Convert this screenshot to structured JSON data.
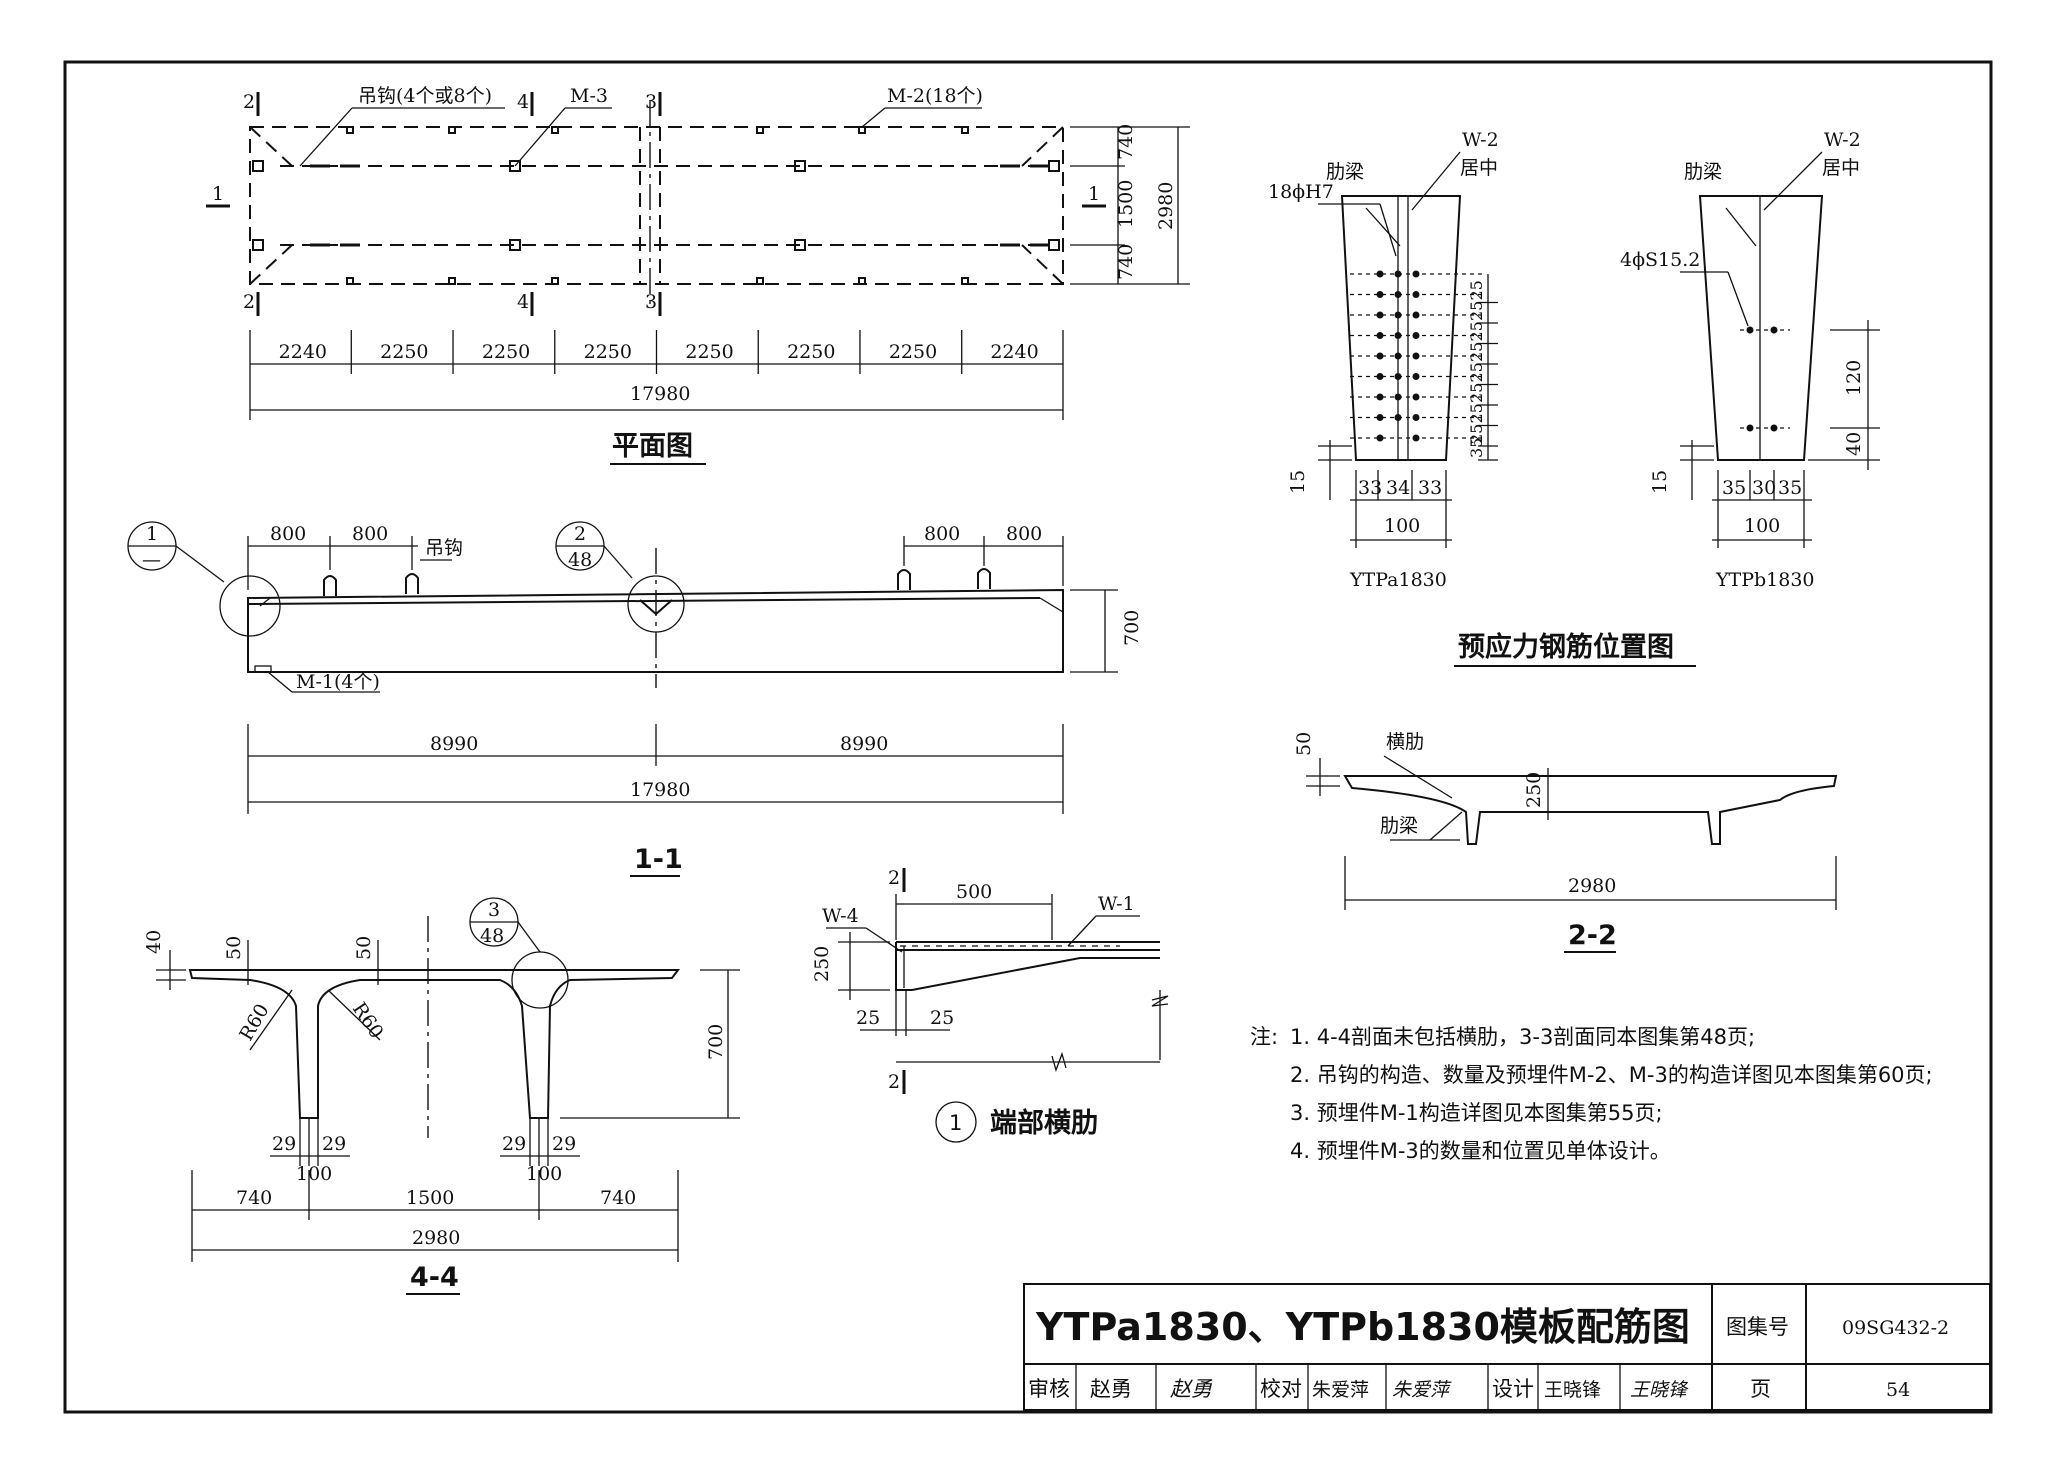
{
  "plan": {
    "title": "平面图",
    "label_hook": "吊钩(4个或8个)",
    "label_m3": "M-3",
    "label_m2": "M-2(18个)",
    "sec_marks": [
      "1",
      "2",
      "3",
      "4"
    ],
    "dims_right": [
      "740",
      "1500",
      "740",
      "2980"
    ],
    "dims_bottom": [
      "2240",
      "2250",
      "2250",
      "2250",
      "2250",
      "2250",
      "2250",
      "2240"
    ],
    "total": "17980"
  },
  "section11": {
    "title": "1-1",
    "d800": "800",
    "label_hook": "吊钩",
    "label_m1": "M-1(4个)",
    "h700": "700",
    "half": "8990",
    "total": "17980",
    "detail1_top": "1",
    "detail1_bot": "—",
    "detail2_top": "2",
    "detail2_bot": "48"
  },
  "section44": {
    "title": "4-4",
    "d40": "40",
    "d50": "50",
    "r60": "R60",
    "h700": "700",
    "d29": "29",
    "d100": "100",
    "d740": "740",
    "d1500": "1500",
    "total": "2980",
    "detail3_top": "3",
    "detail3_bot": "48"
  },
  "endrib": {
    "num": "1",
    "title": "端部横肋",
    "w4": "W-4",
    "w1": "W-1",
    "d500": "500",
    "d250": "250",
    "d25": "25",
    "mark": "2"
  },
  "prestress": {
    "title": "预应力钢筋位置图",
    "rib": "肋梁",
    "w2": "W-2",
    "center": "居中",
    "a_bars": "18ϕH7",
    "b_bars": "4ϕS15.2",
    "a_left_dims": [
      "15"
    ],
    "a_bottom": [
      "33",
      "34",
      "33",
      "100"
    ],
    "a_right": [
      "35",
      "25",
      "25",
      "25",
      "25",
      "25",
      "25",
      "25",
      "25"
    ],
    "b_right": [
      "120",
      "40"
    ],
    "b_left": [
      "15"
    ],
    "b_bottom": [
      "35",
      "30",
      "35",
      "100"
    ],
    "name_a": "YTPa1830",
    "name_b": "YTPb1830"
  },
  "section22": {
    "title": "2-2",
    "trans_rib": "横肋",
    "rib": "肋梁",
    "d50": "50",
    "d250": "250",
    "total": "2980"
  },
  "notes": {
    "prefix": "注:",
    "items": [
      "1. 4-4剖面未包括横肋，3-3剖面同本图集第48页;",
      "2. 吊钩的构造、数量及预埋件M-2、M-3的构造详图见本图集第60页;",
      "3. 预埋件M-1构造详图见本图集第55页;",
      "4. 预埋件M-3的数量和位置见单体设计。"
    ]
  },
  "titleblock": {
    "drawing_title": "YTPa1830、YTPb1830模板配筋图",
    "atlas_label": "图集号",
    "atlas_no": "09SG432-2",
    "review_label": "审核",
    "reviewer": "赵勇",
    "reviewer_sign": "赵勇",
    "check_label": "校对",
    "checker": "朱爱萍",
    "checker_sign": "朱爱萍",
    "design_label": "设计",
    "designer": "王晓锋",
    "designer_sign": "王晓锋",
    "page_label": "页",
    "page_no": "54"
  }
}
